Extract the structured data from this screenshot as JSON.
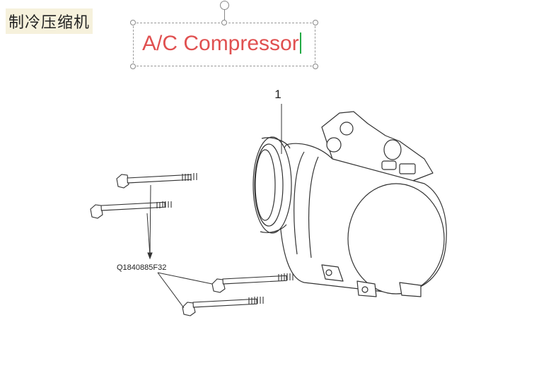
{
  "header": {
    "chinese_title": "制冷压缩机"
  },
  "textbox": {
    "text": "A/C Compressor"
  },
  "diagram": {
    "callout_number": "1",
    "bolt_part_number": "Q1840885F32"
  }
}
